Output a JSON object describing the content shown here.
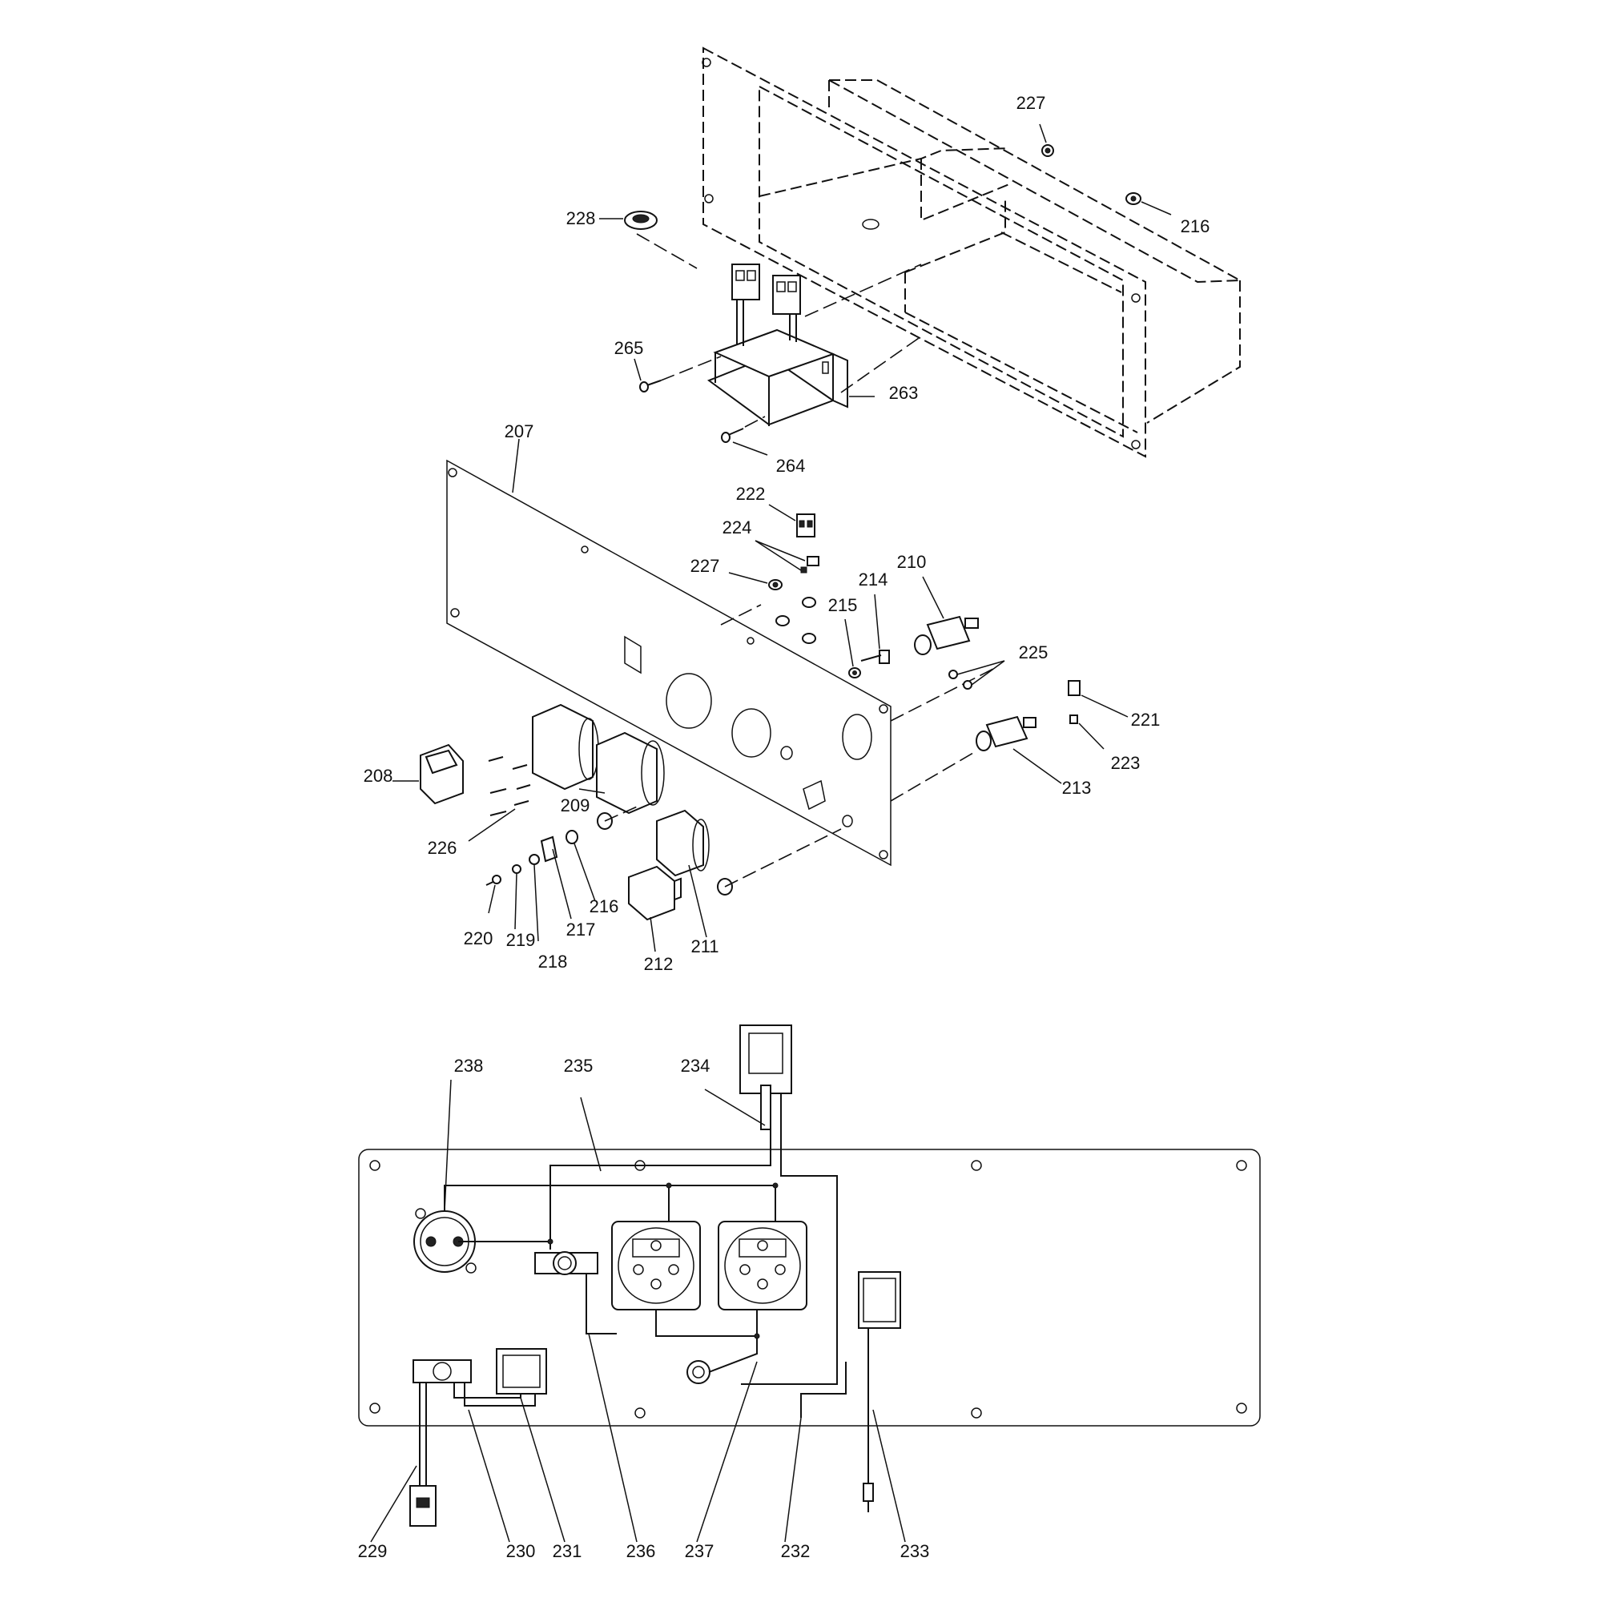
{
  "labels": {
    "l227a": "227",
    "l216a": "216",
    "l228": "228",
    "l265": "265",
    "l263": "263",
    "l264": "264",
    "l207": "207",
    "l222": "222",
    "l224": "224",
    "l227b": "227",
    "l210": "210",
    "l214": "214",
    "l215": "215",
    "l225": "225",
    "l221": "221",
    "l223": "223",
    "l213": "213",
    "l208": "208",
    "l209": "209",
    "l226": "226",
    "l216b": "216",
    "l217": "217",
    "l220": "220",
    "l219": "219",
    "l218": "218",
    "l212": "212",
    "l211": "211",
    "l238": "238",
    "l235": "235",
    "l234": "234",
    "l229": "229",
    "l230": "230",
    "l231": "231",
    "l236": "236",
    "l237": "237",
    "l232": "232",
    "l233": "233"
  },
  "colors": {
    "line": "#111111",
    "background": "#ffffff",
    "fill_grey": "#cccccc"
  }
}
